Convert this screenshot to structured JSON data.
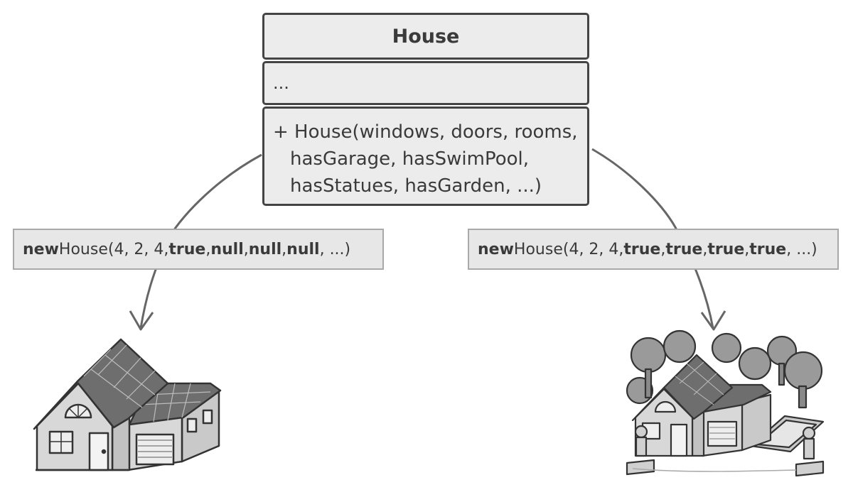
{
  "class_box": {
    "name": "House",
    "fields": "...",
    "constructor": [
      "+ House(windows, doors, rooms,",
      "hasGarage, hasSwimPool,",
      "hasStatues, hasGarden, ...)"
    ]
  },
  "notes": {
    "left": {
      "keyword": "new",
      "call": " House(4, 2, 4, ",
      "args": [
        "true",
        "null",
        "null",
        "null"
      ],
      "tail": ", ...)"
    },
    "right": {
      "keyword": "new",
      "call": " House(4, 2, 4, ",
      "args": [
        "true",
        "true",
        "true",
        "true"
      ],
      "tail": ", ...)"
    }
  },
  "colors": {
    "box_fill": "#ececec",
    "box_stroke": "#444444",
    "note_fill": "#e7e7e7",
    "note_stroke": "#a9a9a9",
    "arrow": "#666666",
    "roof": "#6e6e6e",
    "wall": "#d6d6d6",
    "tree": "#9a9a9a"
  }
}
